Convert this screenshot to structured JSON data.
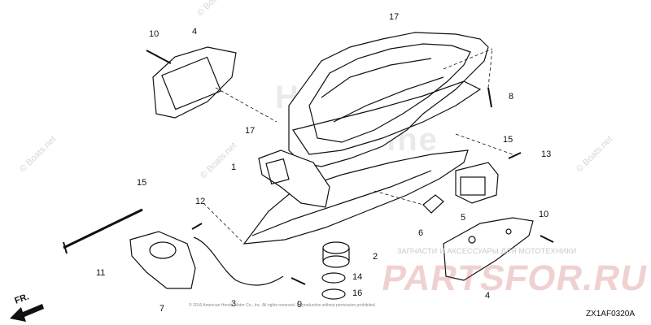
{
  "diagram": {
    "code": "ZX1AF0320A",
    "direction_label": "FR.",
    "watermark_text": "© Boats.net",
    "brand_line1": "ЗАПЧАСТИ И АКСЕССУАРЫ ДЛЯ МОТОТЕХНИКИ",
    "brand_line2": "PARTSFOR.RU",
    "honda_watermark_1": "HONDA",
    "honda_watermark_2": "Marine",
    "copyright_line": "© 2016 American Honda Motor Co., Inc. All rights reserved. Reproduction without permission prohibited.",
    "callouts": [
      {
        "label": "1"
      },
      {
        "label": "2"
      },
      {
        "label": "3"
      },
      {
        "label": "4"
      },
      {
        "label": "4"
      },
      {
        "label": "5"
      },
      {
        "label": "6"
      },
      {
        "label": "7"
      },
      {
        "label": "8"
      },
      {
        "label": "9"
      },
      {
        "label": "10"
      },
      {
        "label": "10"
      },
      {
        "label": "11"
      },
      {
        "label": "12"
      },
      {
        "label": "13"
      },
      {
        "label": "14"
      },
      {
        "label": "15"
      },
      {
        "label": "15"
      },
      {
        "label": "16"
      },
      {
        "label": "17"
      },
      {
        "label": "17"
      }
    ]
  }
}
